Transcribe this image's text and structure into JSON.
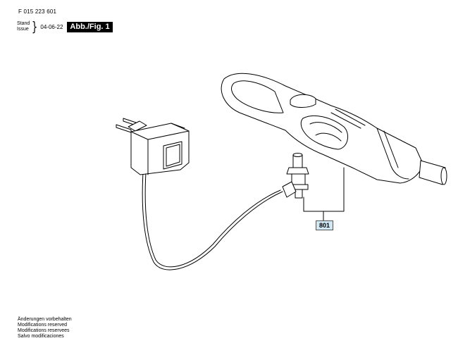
{
  "header": {
    "part_number": "F 015 223 601",
    "stand_label": "Stand",
    "issue_label": "Issue",
    "issue_date": "04-06-22",
    "figure_label": "Abb./Fig. 1"
  },
  "callouts": [
    {
      "id": "801",
      "label": "801"
    }
  ],
  "footnote": {
    "lines": [
      "Änderungen vorbehalten",
      "Modifications reserved",
      "Modifications reservees",
      "Salvo modificaciones"
    ]
  },
  "colors": {
    "line": "#000000",
    "callout_fill": "#cfe8f3",
    "badge_bg": "#000000",
    "badge_text": "#ffffff"
  }
}
